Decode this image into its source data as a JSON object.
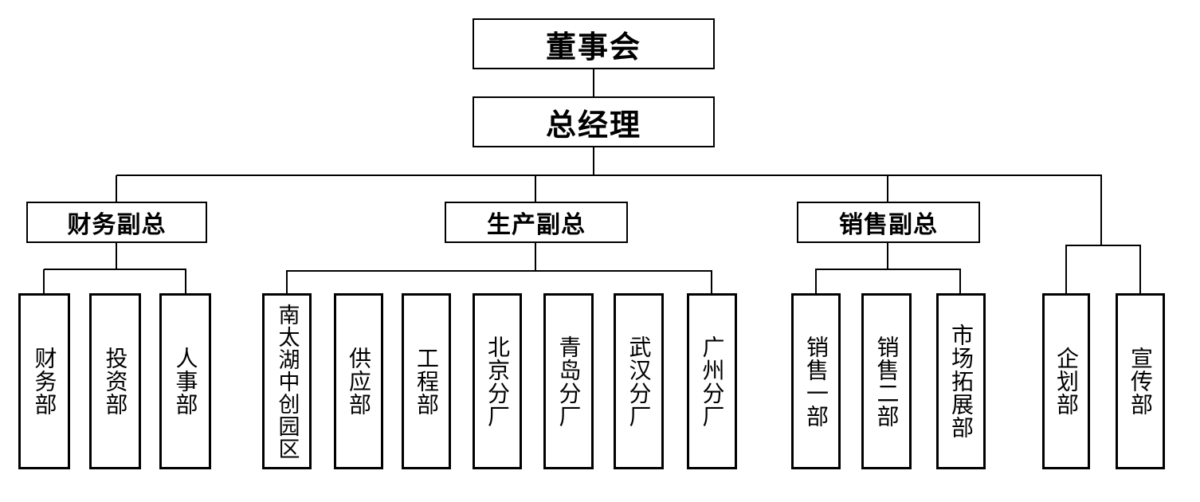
{
  "style": {
    "line_color": "#000000",
    "box_border_color": "#000000",
    "background_color": "#ffffff",
    "text_color": "#000000"
  },
  "org": {
    "root": {
      "label": "董事会"
    },
    "general_manager": {
      "label": "总经理"
    },
    "branches": [
      {
        "label": "财务副总",
        "children": [
          "财务部",
          "投资部",
          "人事部"
        ]
      },
      {
        "label": "生产副总",
        "children": [
          "南太湖中创园区",
          "供应部",
          "工程部",
          "北京分厂",
          "青岛分厂",
          "武汉分厂",
          "广州分厂"
        ]
      },
      {
        "label": "销售副总",
        "children": [
          "销售一部",
          "销售二部",
          "市场拓展部"
        ]
      },
      {
        "label": "",
        "children": [
          "企划部",
          "宣传部"
        ]
      }
    ]
  }
}
